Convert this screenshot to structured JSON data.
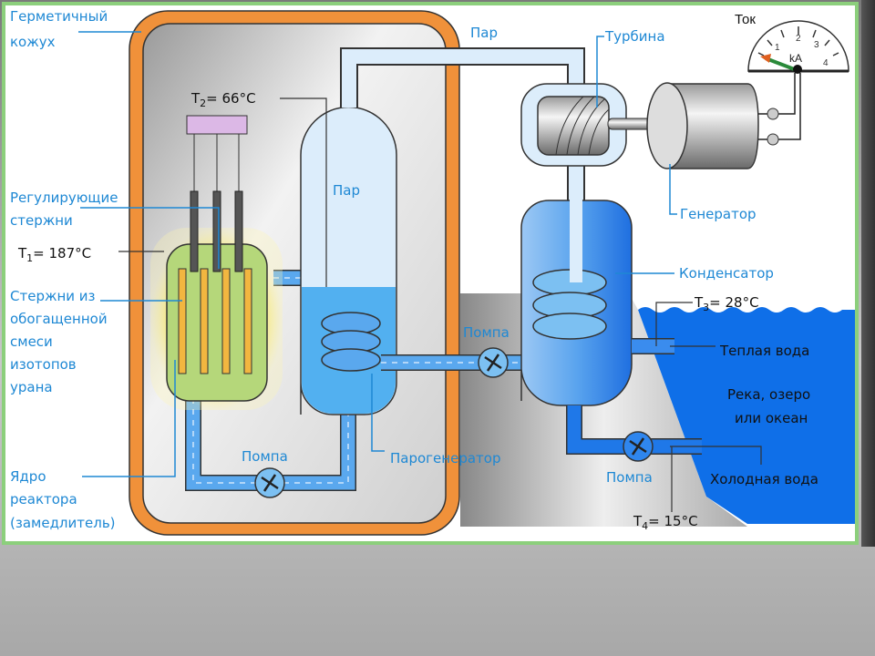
{
  "labels": {
    "containment": [
      "Герметичный",
      "кожух"
    ],
    "control_rods": [
      "Регулирующие",
      "стержни"
    ],
    "t1": {
      "sym": "T",
      "sub": "1",
      "val": "= 187°C"
    },
    "t2": {
      "sym": "T",
      "sub": "2",
      "val": "= 66°C"
    },
    "t3": {
      "sym": "T",
      "sub": "3",
      "val": "= 28°C"
    },
    "t4": {
      "sym": "T",
      "sub": "4",
      "val": "= 15°C"
    },
    "fuel_rods": [
      "Стержни из",
      "обогащенной",
      "смеси",
      "изотопов",
      "урана"
    ],
    "core": [
      "Ядро",
      "реактора",
      "(замедлитель)"
    ],
    "steam_top": "Пар",
    "steam_sg": "Пар",
    "turbine": "Турбина",
    "generator": "Генератор",
    "condenser": "Конденсатор",
    "pump_primary": "Помпа",
    "pump_secondary": "Помпа",
    "pump_cooling": "Помпа",
    "steam_generator": "Парогенератор",
    "warm_water": "Теплая вода",
    "water_body": [
      "Река, озеро",
      "или океан"
    ],
    "cold_water": "Холодная вода"
  },
  "meter": {
    "title": "Ток",
    "unit": "kA",
    "ticks": [
      "1",
      "2",
      "3",
      "4"
    ],
    "reading_kA": 0
  },
  "colors": {
    "containment": "#f0913a",
    "water": "#0f6fe8",
    "coolant": "#5aa8ee",
    "label": "#1e88d4",
    "frame": "#8ccf7c"
  }
}
